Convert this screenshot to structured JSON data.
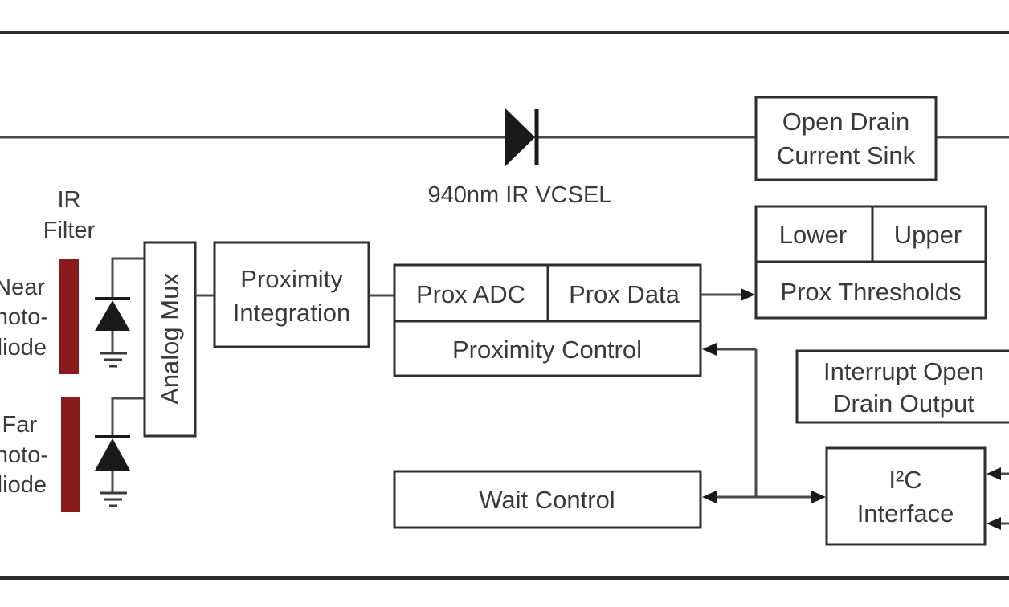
{
  "diagram": {
    "vcsel_label": "940nm IR VCSEL",
    "ir_filter": [
      "IR",
      "Filter"
    ],
    "near_photodiode": [
      "Near",
      "Photo-",
      "diode"
    ],
    "far_photodiode": [
      "Far",
      "Photo-",
      "diode"
    ],
    "analog_mux": "Analog Mux",
    "proximity_integration": [
      "Proximity",
      "Integration"
    ],
    "prox_adc": "Prox ADC",
    "prox_data": "Prox Data",
    "proximity_control": "Proximity Control",
    "open_drain_current_sink": [
      "Open Drain",
      "Current Sink"
    ],
    "lower": "Lower",
    "upper": "Upper",
    "prox_thresholds": "Prox Thresholds",
    "interrupt_output": [
      "Interrupt Open",
      "Drain Output"
    ],
    "wait_control": "Wait Control",
    "i2c_interface": [
      "I²C",
      "Interface"
    ]
  },
  "colors": {
    "filter": "#8b1a1a",
    "line": "#2f2f2f",
    "text": "#3a3a3a",
    "diode": "#1a1a1a"
  }
}
